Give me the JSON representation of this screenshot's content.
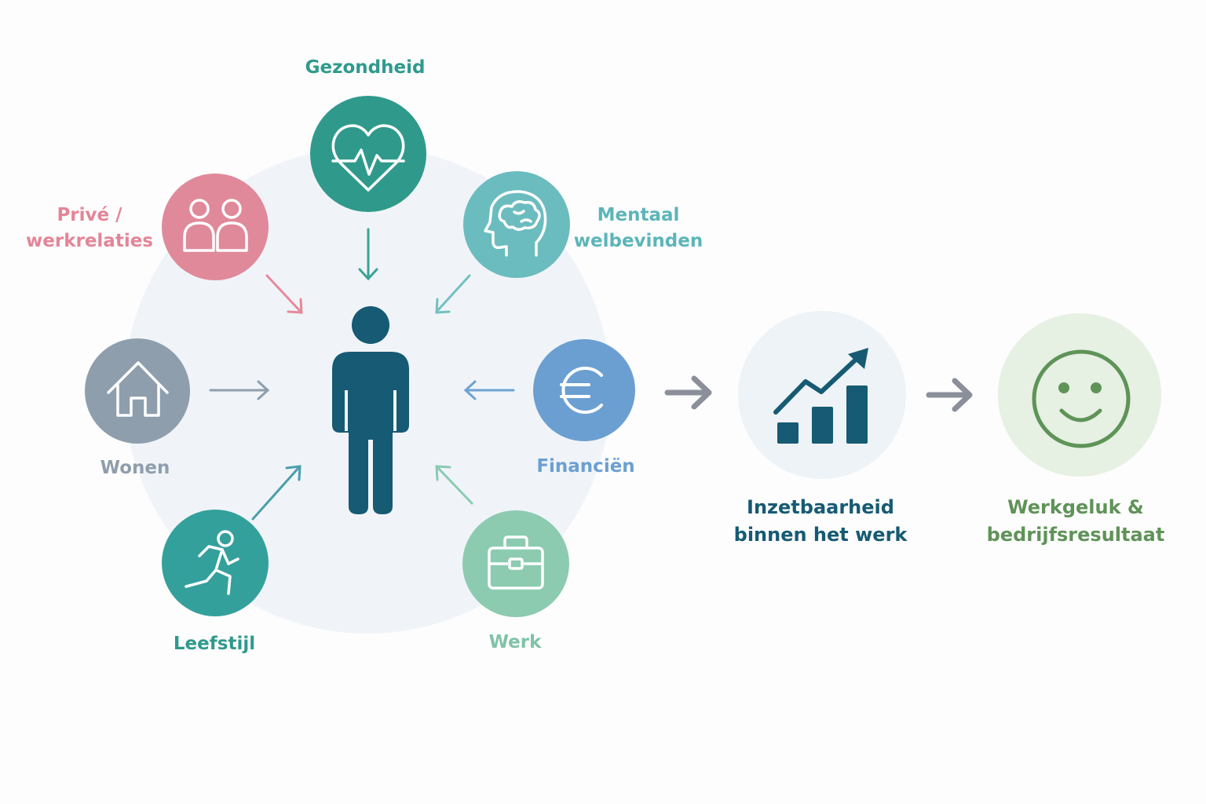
{
  "labels": {
    "gezondheid": "Gezondheid",
    "prive_line1": "Privé /",
    "prive_line2": "werkrelaties",
    "mentaal_line1": "Mentaal",
    "mentaal_line2": "welbevinden",
    "wonen": "Wonen",
    "financien": "Financiën",
    "leefstijl": "Leefstijl",
    "werk": "Werk",
    "inzet_line1": "Inzetbaarheid",
    "inzet_line2": "binnen het werk",
    "geluk_line1": "Werkgeluk &",
    "geluk_line2": "bedrijfsresultaat"
  },
  "icons": {
    "gezondheid": "heart-pulse-icon",
    "prive": "people-icon",
    "mentaal": "brain-head-icon",
    "wonen": "house-icon",
    "financien": "euro-icon",
    "leefstijl": "runner-icon",
    "werk": "briefcase-icon",
    "center": "person-icon",
    "inzet": "growth-chart-icon",
    "geluk": "smiley-icon"
  },
  "colors": {
    "gezondheid": "#2f9a8c",
    "prive": "#e0899a",
    "mentaal": "#6bbcbf",
    "wonen": "#8e9ead",
    "financien": "#6b9fd1",
    "leefstijl": "#34a09c",
    "werk": "#8ccbb0",
    "person": "#165a73",
    "inzet_bg": "#edf3f6",
    "geluk_bg": "#e6f0e3",
    "geluk_fg": "#5f9358",
    "hub_bg": "#f0f4f8",
    "flow_arrow": "#8a8f99"
  }
}
